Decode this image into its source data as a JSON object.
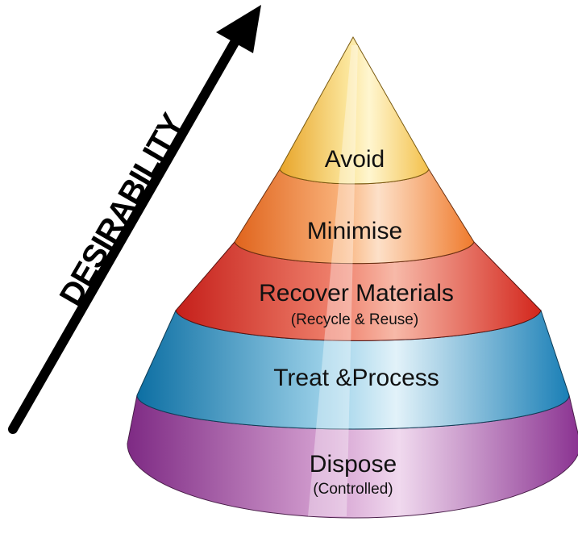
{
  "arrow": {
    "label": "DESIRABILITY"
  },
  "tiers": [
    {
      "label": "Avoid",
      "sublabel": "",
      "color": "#f6c44a"
    },
    {
      "label": "Minimise",
      "sublabel": "",
      "color": "#f3893a"
    },
    {
      "label": "Recover Materials",
      "sublabel": "(Recycle & Reuse)",
      "color": "#e2432f"
    },
    {
      "label": "Treat &Process",
      "sublabel": "",
      "color": "#2e97c8"
    },
    {
      "label": "Dispose",
      "sublabel": "(Controlled)",
      "color": "#9b3d96"
    }
  ]
}
